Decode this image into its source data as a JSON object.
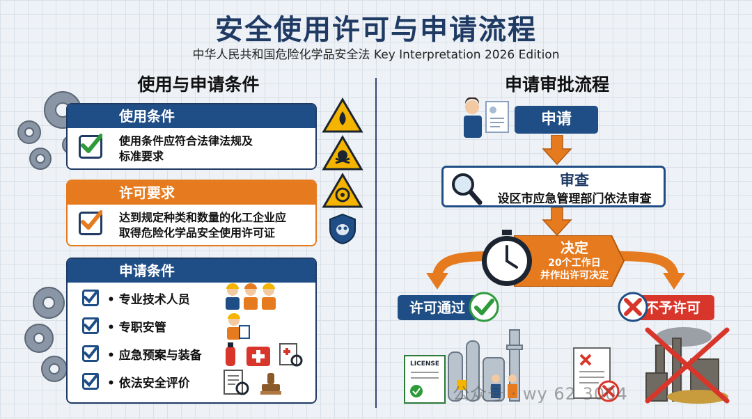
{
  "header": {
    "title": "安全使用许可与申请流程",
    "subtitle": "中华人民共和国危险化学品安全法 Key Interpretation 2026 Edition"
  },
  "left": {
    "heading": "使用与申请条件",
    "usage": {
      "title": "使用条件",
      "line1": "使用条件应符合法律法规及",
      "line2": "标准要求"
    },
    "permit": {
      "title": "许可要求",
      "line1": "达到规定种类和数量的化工企业应",
      "line2": "取得危险化学品安全使用许可证"
    },
    "apply": {
      "title": "申请条件",
      "items": [
        {
          "label": "专业技术人员"
        },
        {
          "label": "专职安管"
        },
        {
          "label": "应急预案与装备"
        },
        {
          "label": "依法安全评价"
        }
      ]
    }
  },
  "right": {
    "heading": "申请审批流程",
    "apply_step": "申请",
    "review": {
      "title": "审查",
      "desc": "设区市应急管理部门依法审查"
    },
    "decision": {
      "title": "决定",
      "line1": "20个工作日",
      "line2": "并作出许可决定"
    },
    "approved": "许可通过",
    "rejected": "不予许可",
    "license_label": "LICENSE"
  },
  "watermark": "公众号 · wy 62 3004",
  "colors": {
    "navy": "#1f4e86",
    "orange": "#e67a1e",
    "green": "#2e9a3a",
    "red": "#d9362b"
  }
}
